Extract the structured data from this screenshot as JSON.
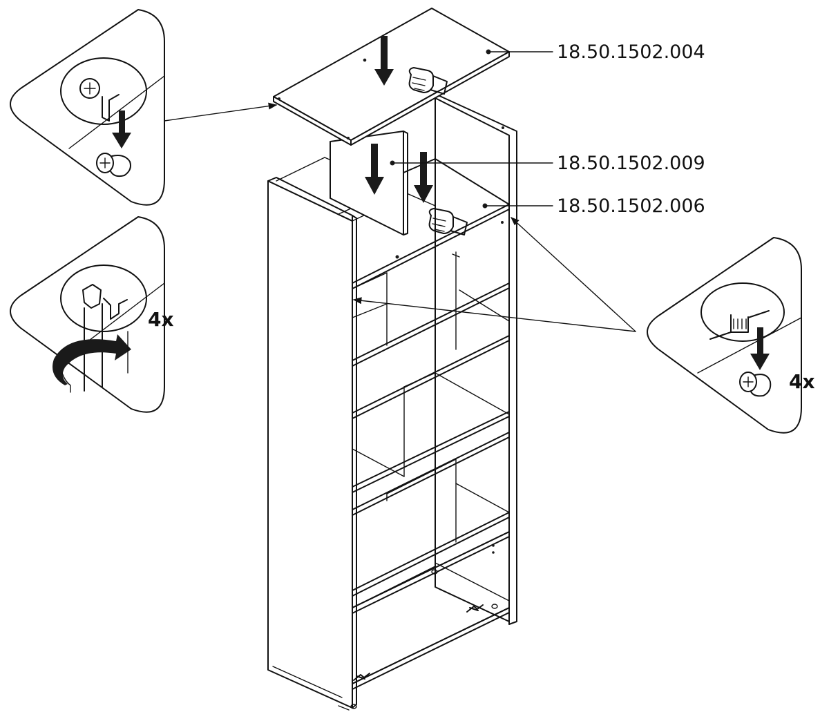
{
  "part_labels": {
    "top_panel": "18.50.1502.004",
    "back_divider": "18.50.1502.009",
    "shelf": "18.50.1502.006"
  },
  "quantities": {
    "screwdriver_step": "4x",
    "cam_insert_step": "4x"
  },
  "icons": [
    "cam-lock-detail-icon",
    "screwdriver-rotate-icon",
    "cam-bolt-insert-icon",
    "hand-push-icon",
    "down-arrow-icon"
  ],
  "colors": {
    "line": "#111111",
    "background": "#ffffff"
  }
}
